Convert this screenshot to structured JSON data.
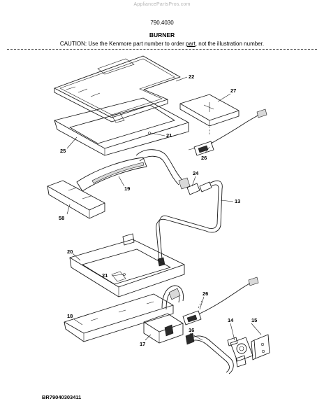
{
  "header": {
    "watermark": "AppliancePartsPros.com",
    "model": "790.4030",
    "title": "BURNER",
    "caution_before": "CAUTION: Use the Kenmore part number to order ",
    "caution_link": "part",
    "caution_after": ", not the illustration number."
  },
  "callouts": {
    "c22": "22",
    "c27": "27",
    "c21a": "21",
    "c25": "25",
    "c26a": "26",
    "c24": "24",
    "c19": "19",
    "c13": "13",
    "c58": "58",
    "c20": "20",
    "c21b": "21",
    "c26b": "26",
    "c18": "18",
    "c16": "16",
    "c14": "14",
    "c15": "15",
    "c17": "17"
  },
  "footer": {
    "reference": "BR79040303411"
  }
}
